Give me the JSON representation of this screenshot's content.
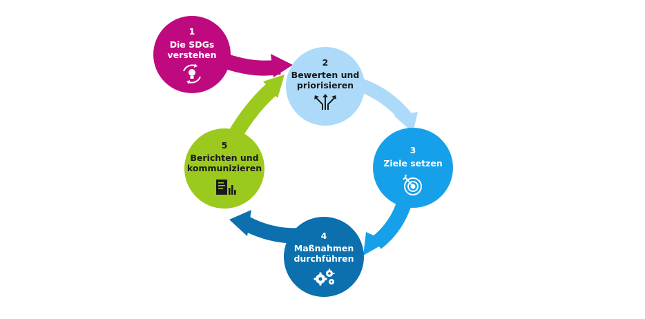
{
  "steps": [
    {
      "number": "1",
      "line1": "Die SDGs",
      "line2": "verstehen",
      "color": "#BE0A7E",
      "text_color": "#FFFFFF",
      "icon": "lightbulb-cycle-icon"
    },
    {
      "number": "2",
      "line1": "Bewerten und",
      "line2": "priorisieren",
      "color": "#ADDAF9",
      "text_color": "#1A1A1A",
      "icon": "diverging-arrows-icon"
    },
    {
      "number": "3",
      "line1": "Ziele setzen",
      "line2": "",
      "color": "#16A0EA",
      "text_color": "#FFFFFF",
      "icon": "target-icon"
    },
    {
      "number": "4",
      "line1": "Maßnahmen",
      "line2": "durchführen",
      "color": "#0C6FAE",
      "text_color": "#FFFFFF",
      "icon": "gears-icon"
    },
    {
      "number": "5",
      "line1": "Berichten und",
      "line2": "kommunizieren",
      "color": "#9CC91E",
      "text_color": "#1A1A1A",
      "icon": "report-chart-icon"
    }
  ],
  "arrows": [
    {
      "from": "1",
      "to": "2",
      "color": "#BE0A7E"
    },
    {
      "from": "2",
      "to": "3",
      "color": "#ADDAF9"
    },
    {
      "from": "3",
      "to": "4",
      "color": "#16A0EA"
    },
    {
      "from": "4",
      "to": "5",
      "color": "#0C6FAE"
    },
    {
      "from": "5",
      "to": "2",
      "color": "#9CC91E"
    }
  ]
}
